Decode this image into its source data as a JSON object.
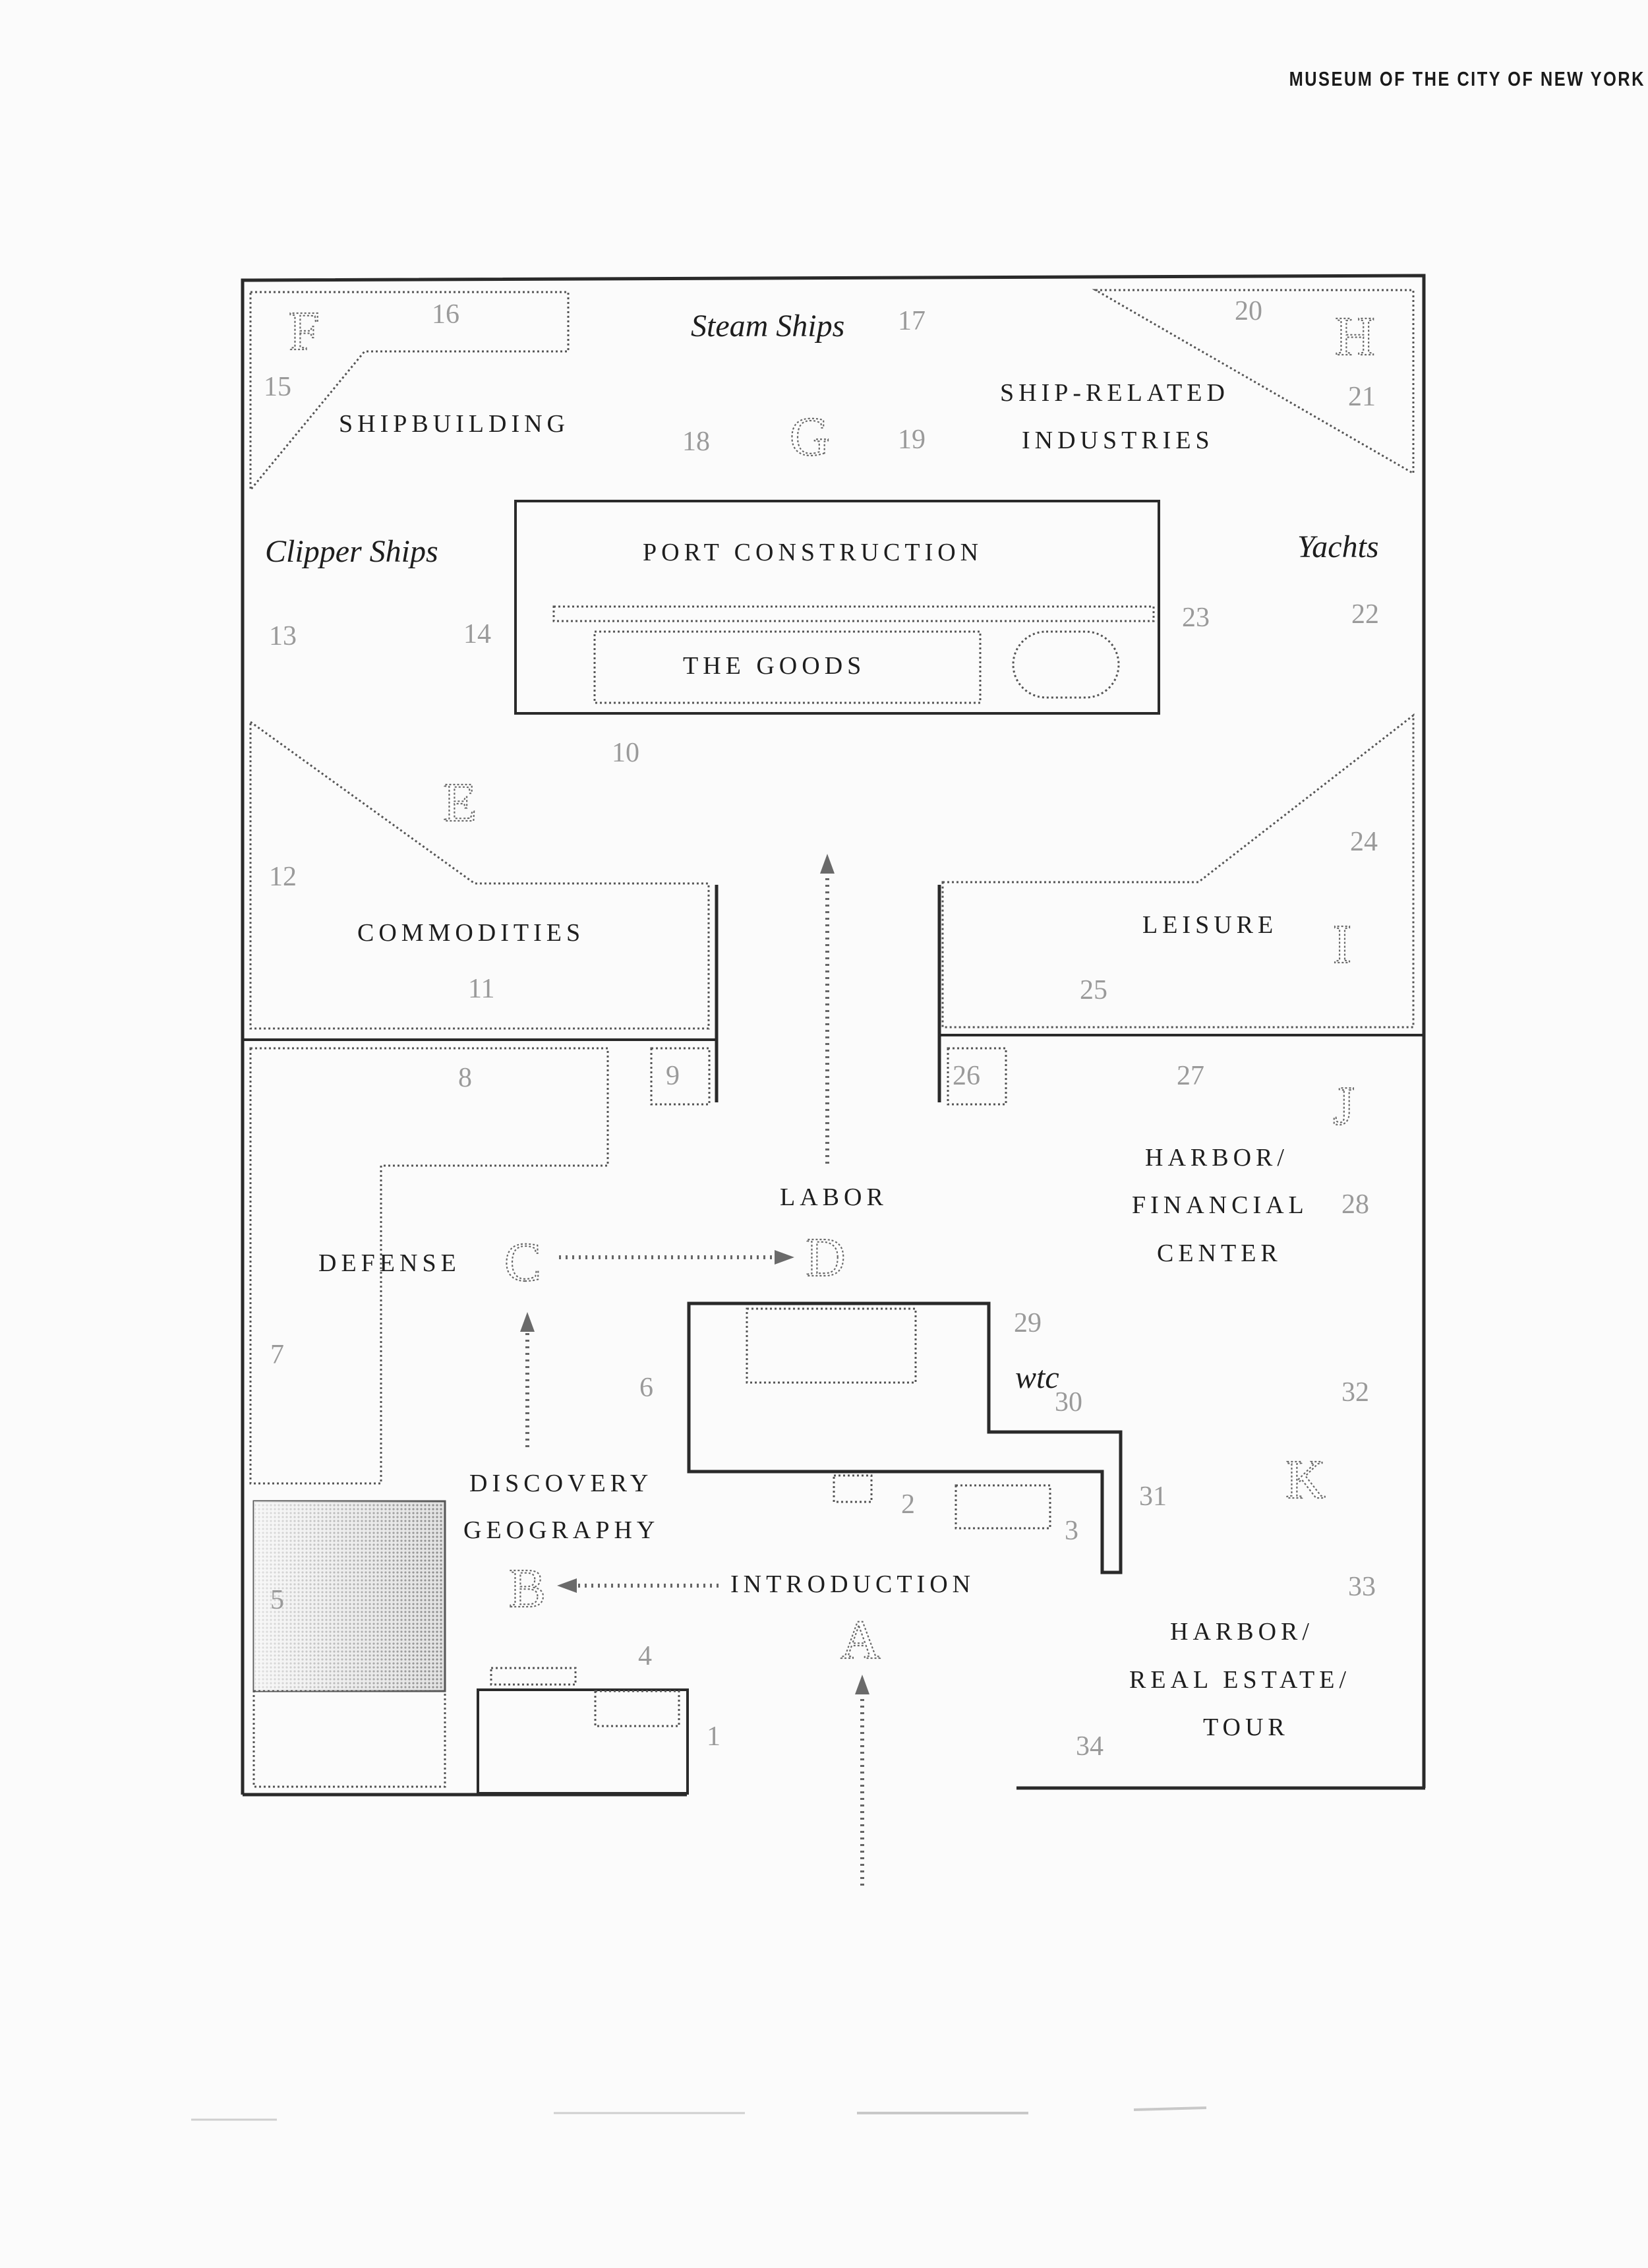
{
  "header": "MUSEUM OF THE CITY OF NEW YORK",
  "zones": {
    "shipbuilding": "SHIPBUILDING",
    "steam_ships": "Steam Ships",
    "ship_related_1": "SHIP-RELATED",
    "ship_related_2": "INDUSTRIES",
    "clipper_ships": "Clipper Ships",
    "port_construction": "PORT CONSTRUCTION",
    "the_goods": "THE GOODS",
    "yachts": "Yachts",
    "commodities": "COMMODITIES",
    "leisure": "LEISURE",
    "labor": "LABOR",
    "defense": "DEFENSE",
    "harbor_financial_1": "HARBOR/",
    "harbor_financial_2": "FINANCIAL",
    "harbor_financial_3": "CENTER",
    "wtc": "wtc",
    "discovery": "DISCOVERY",
    "geography": "GEOGRAPHY",
    "introduction": "INTRODUCTION",
    "harbor_real_estate_1": "HARBOR/",
    "harbor_real_estate_2": "REAL ESTATE/",
    "harbor_real_estate_3": "TOUR"
  },
  "sections": {
    "A": "A",
    "B": "B",
    "C": "C",
    "D": "D",
    "E": "E",
    "F": "F",
    "G": "G",
    "H": "H",
    "I": "I",
    "J": "J",
    "K": "K"
  },
  "numbers": {
    "n1": "1",
    "n2": "2",
    "n3": "3",
    "n4": "4",
    "n5": "5",
    "n6": "6",
    "n7": "7",
    "n8": "8",
    "n9": "9",
    "n10": "10",
    "n11": "11",
    "n12": "12",
    "n13": "13",
    "n14": "14",
    "n15": "15",
    "n16": "16",
    "n17": "17",
    "n18": "18",
    "n19": "19",
    "n20": "20",
    "n21": "21",
    "n22": "22",
    "n23": "23",
    "n24": "24",
    "n25": "25",
    "n26": "26",
    "n27": "27",
    "n28": "28",
    "n29": "29",
    "n30": "30",
    "n31": "31",
    "n32": "32",
    "n33": "33",
    "n34": "34"
  }
}
